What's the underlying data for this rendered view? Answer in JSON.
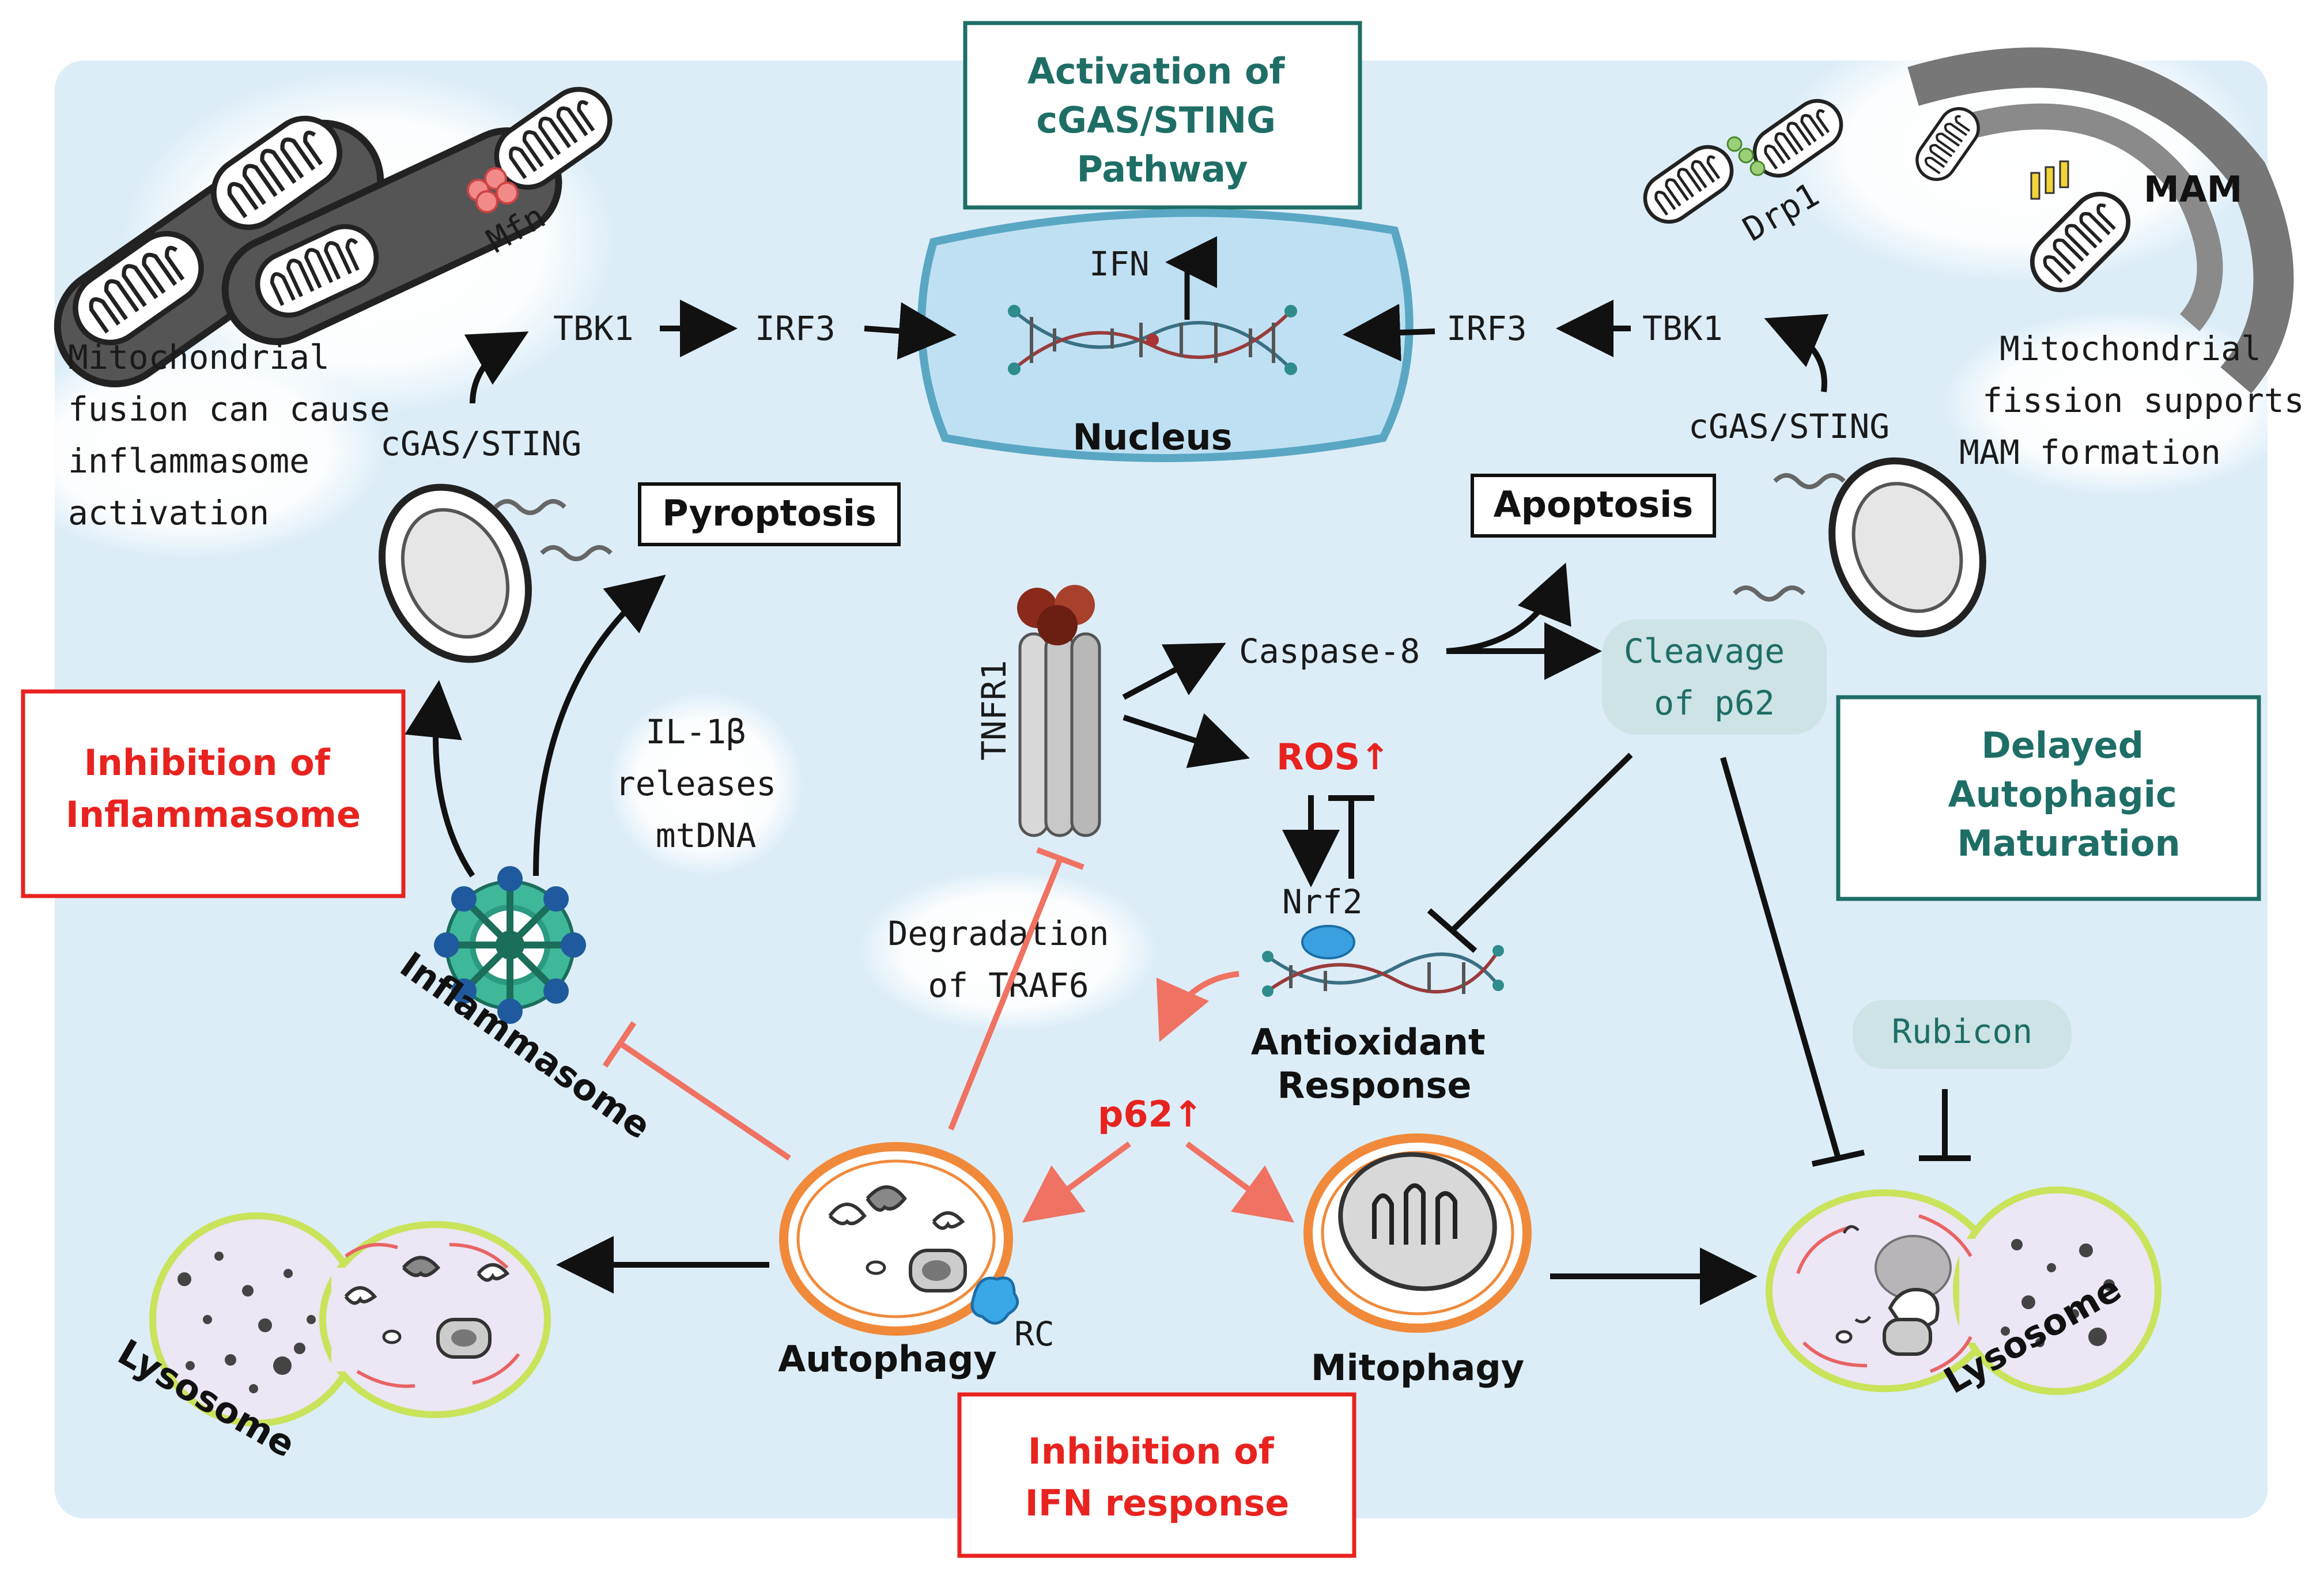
{
  "boxes": {
    "cgas_title": [
      "Activation of",
      "cGAS/STING",
      "Pathway"
    ],
    "inflammasome_title": [
      "Inhibition of",
      "Inflammasome"
    ],
    "delayed_title": [
      "Delayed",
      "Autophagic",
      "Maturation"
    ],
    "ifn_title": [
      "Inhibition of",
      "IFN response"
    ]
  },
  "outcomes": {
    "pyroptosis": "Pyroptosis",
    "apoptosis": "Apoptosis"
  },
  "notes": {
    "fusion": [
      "Mitochondrial",
      "fusion can cause",
      "inflammasome",
      "activation"
    ],
    "fission": [
      "Mitochondrial",
      "fission supports",
      "MAM formation"
    ],
    "il1b": [
      "IL-1β",
      "releases",
      "mtDNA"
    ],
    "traf6": [
      "Degradation",
      "of TRAF6"
    ]
  },
  "labels": {
    "mfn": "Mfn",
    "drp1": "Drp1",
    "mam": "MAM",
    "tbk1_left": "TBK1",
    "irf3_left": "IRF3",
    "cgas_left": "cGAS/STING",
    "ifn": "IFN",
    "nucleus": "Nucleus",
    "irf3_right": "IRF3",
    "tbk1_right": "TBK1",
    "cgas_right": "cGAS/STING",
    "tnfr1": "TNFR1",
    "caspase8": "Caspase-8",
    "ros": "ROS↑",
    "nrf2": "Nrf2",
    "antioxidant": [
      "Antioxidant",
      "Response"
    ],
    "cleavage": [
      "Cleavage",
      "of p62"
    ],
    "rubicon": "Rubicon",
    "p62": "p62↑",
    "inflammasome": "Inflammasome",
    "autophagy": "Autophagy",
    "rc": "RC",
    "mitophagy": "Mitophagy",
    "lysosome_left": "Lysosome",
    "lysosome_right": "Lysosome"
  },
  "colors": {
    "background_panel": "#dcedf8",
    "teal_box": "#1e6e66",
    "red_box": "#e8231f",
    "pale_bubble": "#cde3e6",
    "salmon_arrow": "#f07262",
    "black_arrow": "#111111",
    "orange_membrane": "#f08a3a",
    "lime_membrane": "#c9e35a",
    "nucleus_fill": "#bfe0f3"
  }
}
